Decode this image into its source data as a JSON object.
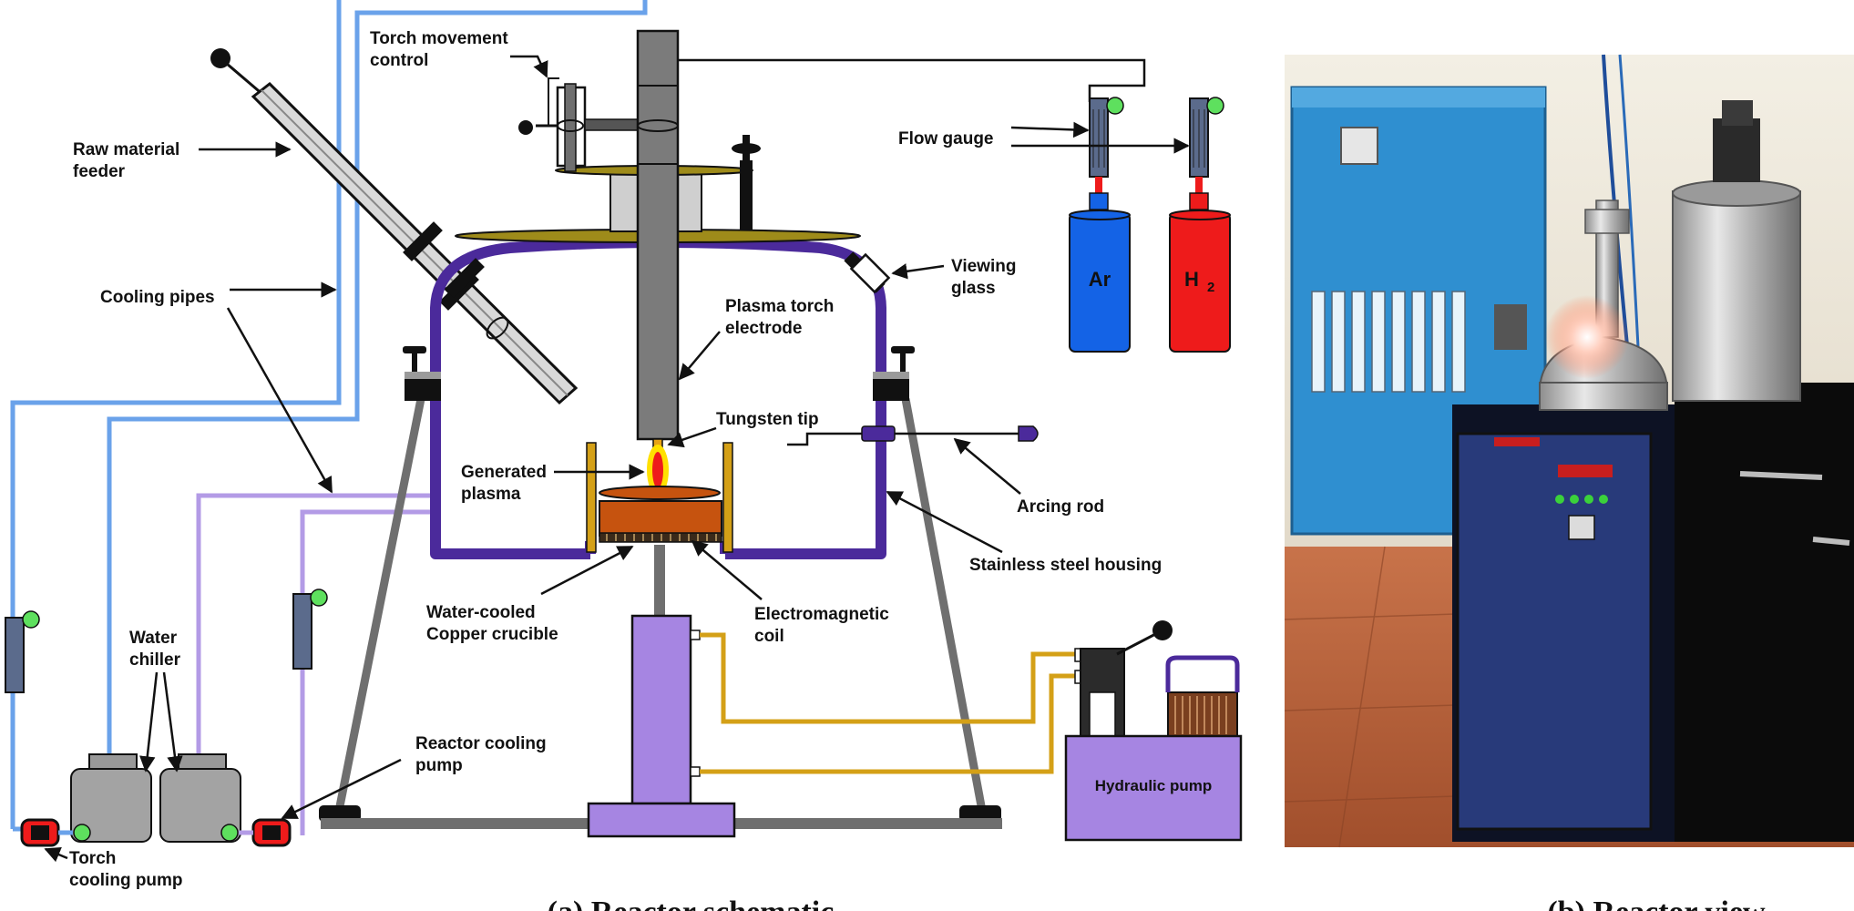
{
  "labels": {
    "torch_movement_control": [
      "Torch movement",
      "control"
    ],
    "raw_material_feeder": [
      "Raw material",
      "feeder"
    ],
    "flow_gauge": "Flow gauge",
    "viewing_glass": [
      "Viewing",
      "glass"
    ],
    "cooling_pipes": "Cooling pipes",
    "plasma_torch_electrode": [
      "Plasma torch",
      "electrode"
    ],
    "tungsten_tip": "Tungsten tip",
    "generated_plasma": [
      "Generated",
      "plasma"
    ],
    "arcing_rod": "Arcing rod",
    "stainless_steel_housing": "Stainless steel housing",
    "water_cooled_copper_crucible": [
      "Water-cooled",
      "Copper crucible"
    ],
    "electromagnetic_coil": [
      "Electromagnetic",
      "coil"
    ],
    "water_chiller": [
      "Water",
      "chiller"
    ],
    "reactor_cooling_pump": [
      "Reactor cooling",
      "pump"
    ],
    "torch_cooling_pump": [
      "Torch",
      "cooling pump"
    ],
    "hydraulic_pump": "Hydraulic pump"
  },
  "cylinders": {
    "argon": "Ar",
    "hydrogen": "H",
    "hydrogen_subscript": "2"
  },
  "captions": {
    "schematic": "(a) Reactor schematic",
    "photo": "(b) Reactor view"
  },
  "colors": {
    "housing": "#4b2a9b",
    "cooling_pipe_blue": "#6aa2ea",
    "cooling_pipe_violet": "#b39be6",
    "hydraulic_line": "#d4a017",
    "argon_cylinder": "#1463e6",
    "hydrogen_cylinder": "#ee1b1b",
    "lavender": "#a685e2",
    "crucible": "#c6530f",
    "gauge_light": "#5ee05e"
  }
}
